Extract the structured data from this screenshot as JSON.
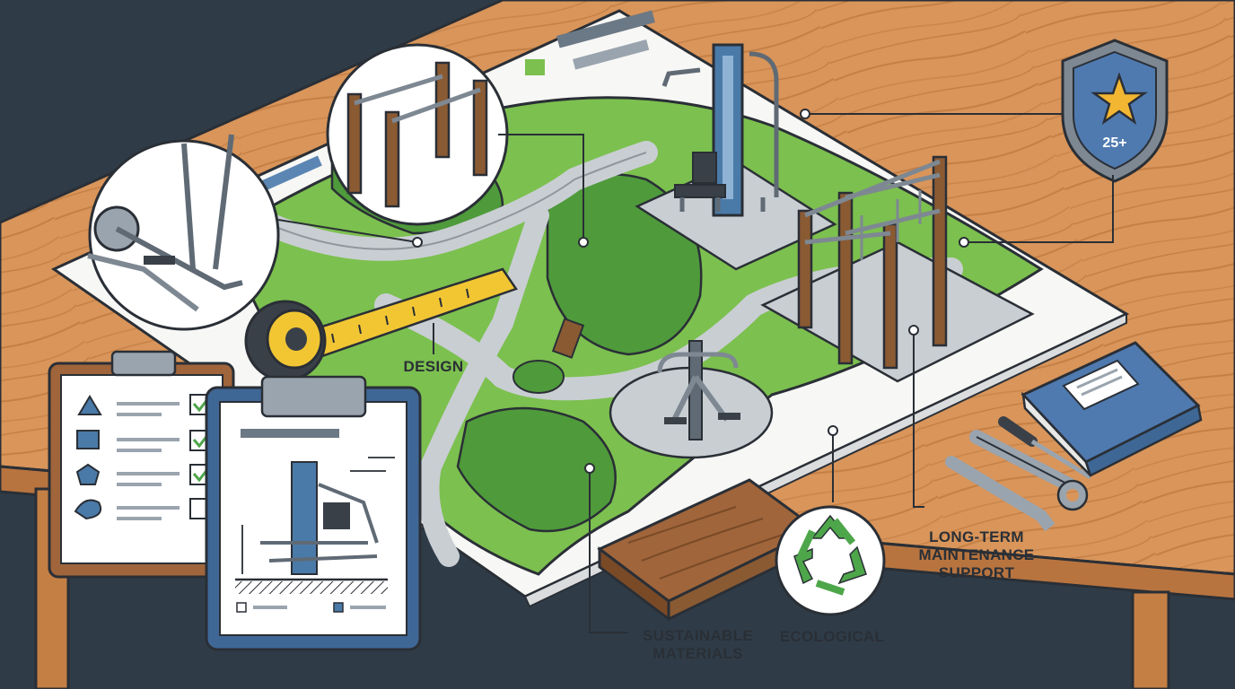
{
  "labels": {
    "design": "DESIGN",
    "sustainable_line1": "SUSTAINABLE",
    "sustainable_line2": "MATERIALS",
    "ecological": "ECOLOGICAL",
    "maintenance_line1": "LONG-TERM",
    "maintenance_line2": "MAINTENANCE",
    "maintenance_line3": "SUPPORT"
  },
  "badge": {
    "text": "25+"
  },
  "colors": {
    "background": "#2f3c48",
    "table_wood": "#d9955a",
    "grass": "#7cc04f",
    "path": "#c9ced3",
    "equipment_blue": "#4a7aa8",
    "timber": "#8a5a33",
    "badge_blue": "#4f7ab0",
    "star_gold": "#f2b632",
    "recycle_green": "#4ea64a"
  },
  "icons": [
    "elliptical-trainer-icon",
    "pull-up-bar-icon",
    "shield-star-icon",
    "tape-measure-icon",
    "clipboard-checklist-icon",
    "blueprint-clipboard-icon",
    "wood-plank-icon",
    "recycle-icon",
    "wrench-icon",
    "screwdriver-icon",
    "manual-book-icon"
  ]
}
